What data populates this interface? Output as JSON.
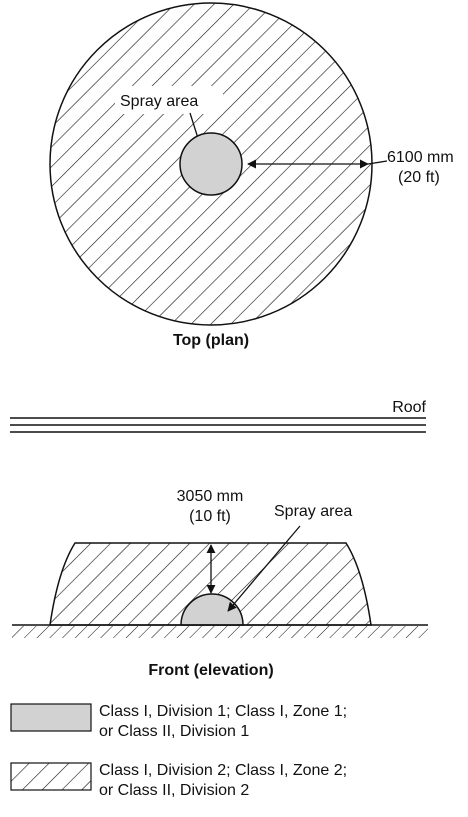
{
  "plan": {
    "spray_label": "Spray area",
    "dim_mm": "6100 mm",
    "dim_ft": "(20 ft)",
    "caption": "Top (plan)"
  },
  "elevation": {
    "roof_label": "Roof",
    "dim_mm": "3050 mm",
    "dim_ft": "(10 ft)",
    "spray_label": "Spray area",
    "caption": "Front (elevation)"
  },
  "legend": [
    {
      "lines": [
        "Class I, Division 1; Class I, Zone 1;",
        "or Class II, Division 1"
      ],
      "fill": "gray"
    },
    {
      "lines": [
        "Class I, Division 2; Class I, Zone 2;",
        "or Class II, Division 2"
      ],
      "fill": "hatch"
    }
  ],
  "colors": {
    "gray_fill": "#d2d2d2",
    "line": "#111111"
  }
}
